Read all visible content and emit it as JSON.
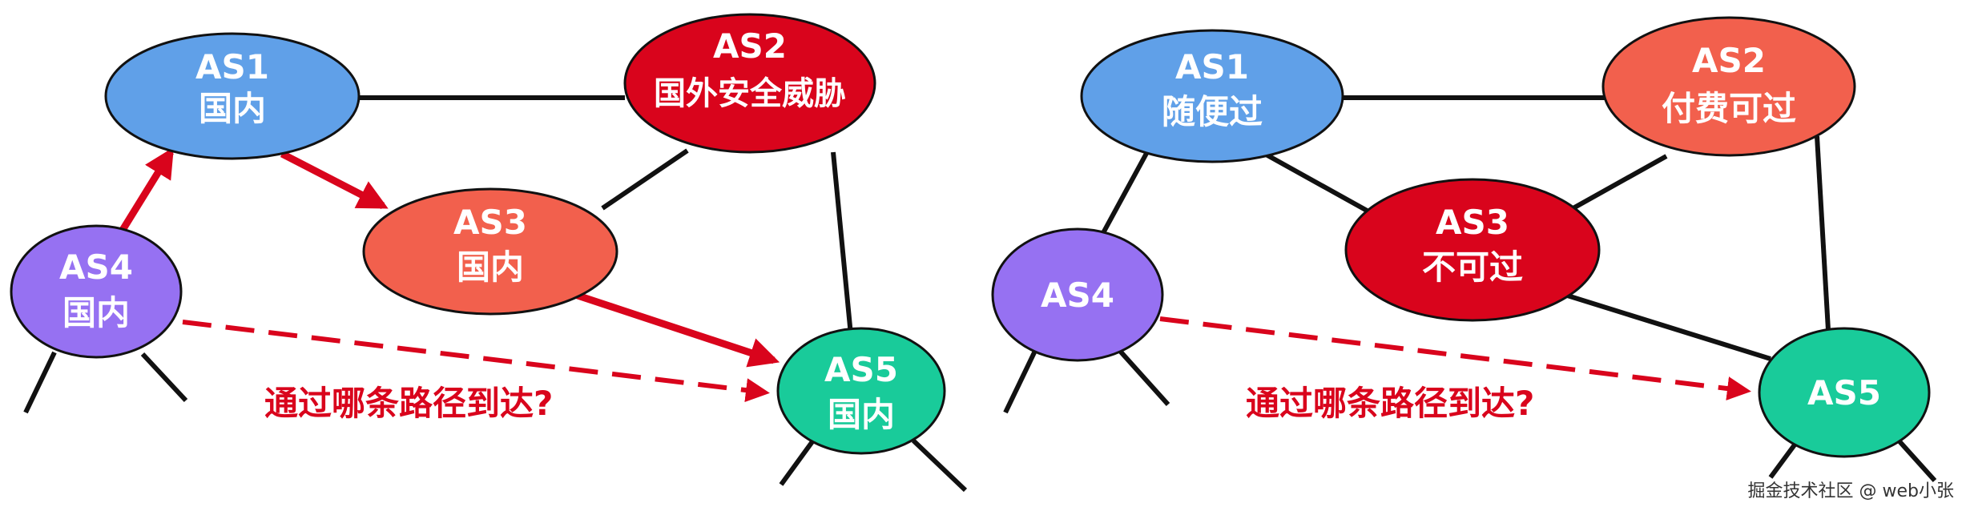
{
  "colors": {
    "blue": "#60a0e8",
    "red_light": "#f2604d",
    "red_dark": "#d9041c",
    "purple": "#9671f2",
    "green": "#19cb9a",
    "edge": "#111111",
    "route": "#d9041c"
  },
  "left": {
    "question": "通过哪条路径到达?",
    "nodes": {
      "as1": {
        "name": "AS1",
        "label": "国内",
        "color": "blue"
      },
      "as2": {
        "name": "AS2",
        "label": "国外安全威胁",
        "color": "red_dark"
      },
      "as3": {
        "name": "AS3",
        "label": "国内",
        "color": "red_light"
      },
      "as4": {
        "name": "AS4",
        "label": "国内",
        "color": "purple"
      },
      "as5": {
        "name": "AS5",
        "label": "国内",
        "color": "green"
      }
    }
  },
  "right": {
    "question": "通过哪条路径到达?",
    "nodes": {
      "as1": {
        "name": "AS1",
        "label": "随便过",
        "color": "blue"
      },
      "as2": {
        "name": "AS2",
        "label": "付费可过",
        "color": "red_light"
      },
      "as3": {
        "name": "AS3",
        "label": "不可过",
        "color": "red_dark"
      },
      "as4": {
        "name": "AS4",
        "label": "",
        "color": "purple"
      },
      "as5": {
        "name": "AS5",
        "label": "",
        "color": "green"
      }
    }
  },
  "watermark": "掘金技术社区 @ web小张"
}
